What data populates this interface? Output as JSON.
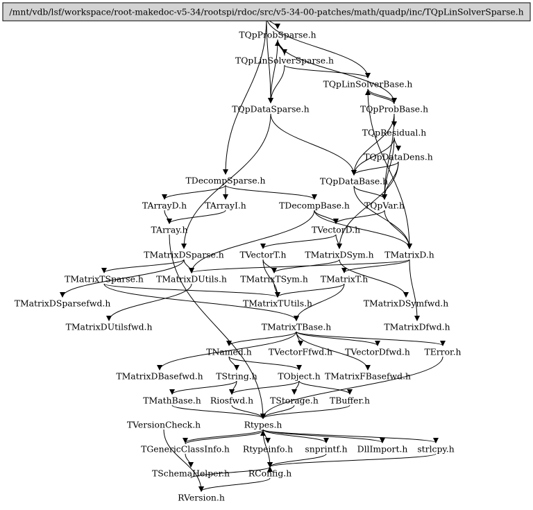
{
  "root": "/mnt/vdb/lsf/workspace/root-makedoc-v5-34/rootspi/rdoc/src/v5-34-00-patches/math/quadp/inc/TQpLinSolverSparse.h",
  "nodes": [
    {
      "id": "TQpProbSparse",
      "label": "TQpProbSparse.h"
    },
    {
      "id": "TQpLinSolverSparse",
      "label": "TQpLinSolverSparse.h"
    },
    {
      "id": "TQpLinSolverBase",
      "label": "TQpLinSolverBase.h"
    },
    {
      "id": "TQpProbBase",
      "label": "TQpProbBase.h"
    },
    {
      "id": "TQpDataSparse",
      "label": "TQpDataSparse.h"
    },
    {
      "id": "TQpResidual",
      "label": "TQpResidual.h"
    },
    {
      "id": "TQpDataDens",
      "label": "TQpDataDens.h"
    },
    {
      "id": "TDecompSparse",
      "label": "TDecompSparse.h"
    },
    {
      "id": "TQpDataBase",
      "label": "TQpDataBase.h"
    },
    {
      "id": "TArrayD",
      "label": "TArrayD.h"
    },
    {
      "id": "TArrayI",
      "label": "TArrayI.h"
    },
    {
      "id": "TDecompBase",
      "label": "TDecompBase.h"
    },
    {
      "id": "TQpVar",
      "label": "TQpVar.h"
    },
    {
      "id": "TArray",
      "label": "TArray.h"
    },
    {
      "id": "TVectorD",
      "label": "TVectorD.h"
    },
    {
      "id": "TMatrixDSparse",
      "label": "TMatrixDSparse.h"
    },
    {
      "id": "TVectorT",
      "label": "TVectorT.h"
    },
    {
      "id": "TMatrixDSym",
      "label": "TMatrixDSym.h"
    },
    {
      "id": "TMatrixD",
      "label": "TMatrixD.h"
    },
    {
      "id": "TMatrixTSparse",
      "label": "TMatrixTSparse.h"
    },
    {
      "id": "TMatrixDUtils",
      "label": "TMatrixDUtils.h"
    },
    {
      "id": "TMatrixTSym",
      "label": "TMatrixTSym.h"
    },
    {
      "id": "TMatrixT",
      "label": "TMatrixT.h"
    },
    {
      "id": "TMatrixDSparsefwd",
      "label": "TMatrixDSparsefwd.h"
    },
    {
      "id": "TMatrixTUtils",
      "label": "TMatrixTUtils.h"
    },
    {
      "id": "TMatrixDSymfwd",
      "label": "TMatrixDSymfwd.h"
    },
    {
      "id": "TMatrixDUtilsfwd",
      "label": "TMatrixDUtilsfwd.h"
    },
    {
      "id": "TMatrixTBase",
      "label": "TMatrixTBase.h"
    },
    {
      "id": "TMatrixDfwd",
      "label": "TMatrixDfwd.h"
    },
    {
      "id": "TNamed",
      "label": "TNamed.h"
    },
    {
      "id": "TVectorFfwd",
      "label": "TVectorFfwd.h"
    },
    {
      "id": "TVectorDfwd",
      "label": "TVectorDfwd.h"
    },
    {
      "id": "TError",
      "label": "TError.h"
    },
    {
      "id": "TMatrixDBasefwd",
      "label": "TMatrixDBasefwd.h"
    },
    {
      "id": "TString",
      "label": "TString.h"
    },
    {
      "id": "TObject",
      "label": "TObject.h"
    },
    {
      "id": "TMatrixFBasefwd",
      "label": "TMatrixFBasefwd.h"
    },
    {
      "id": "TMathBase",
      "label": "TMathBase.h"
    },
    {
      "id": "Riosfwd",
      "label": "Riosfwd.h"
    },
    {
      "id": "TStorage",
      "label": "TStorage.h"
    },
    {
      "id": "TBuffer",
      "label": "TBuffer.h"
    },
    {
      "id": "TVersionCheck",
      "label": "TVersionCheck.h"
    },
    {
      "id": "Rtypes",
      "label": "Rtypes.h"
    },
    {
      "id": "TGenericClassInfo",
      "label": "TGenericClassInfo.h"
    },
    {
      "id": "Rtypeinfo",
      "label": "Rtypeinfo.h"
    },
    {
      "id": "snprintf",
      "label": "snprintf.h"
    },
    {
      "id": "DllImport",
      "label": "DllImport.h"
    },
    {
      "id": "strlcpy",
      "label": "strlcpy.h"
    },
    {
      "id": "TSchemaHelper",
      "label": "TSchemaHelper.h"
    },
    {
      "id": "RConfig",
      "label": "RConfig.h"
    },
    {
      "id": "RVersion",
      "label": "RVersion.h"
    }
  ],
  "edges": [
    [
      "root",
      "TQpProbSparse"
    ],
    [
      "root",
      "TQpLinSolverBase"
    ],
    [
      "root",
      "TQpDataSparse"
    ],
    [
      "root",
      "TDecompSparse"
    ],
    [
      "TQpProbSparse",
      "TQpLinSolverSparse"
    ],
    [
      "TQpLinSolverSparse",
      "TQpProbSparse"
    ],
    [
      "TQpLinSolverSparse",
      "TQpLinSolverBase"
    ],
    [
      "TQpLinSolverSparse",
      "TQpDataSparse"
    ],
    [
      "TQpProbSparse",
      "TQpProbBase"
    ],
    [
      "TQpProbSparse",
      "TQpDataSparse"
    ],
    [
      "TQpLinSolverBase",
      "TQpProbBase"
    ],
    [
      "TQpProbBase",
      "TQpLinSolverBase"
    ],
    [
      "TQpProbBase",
      "TQpResidual"
    ],
    [
      "TQpProbBase",
      "TQpDataBase"
    ],
    [
      "TQpProbBase",
      "TQpVar"
    ],
    [
      "TQpLinSolverBase",
      "TMatrixD"
    ],
    [
      "TQpResidual",
      "TQpDataDens"
    ],
    [
      "TQpResidual",
      "TQpDataBase"
    ],
    [
      "TQpResidual",
      "TQpVar"
    ],
    [
      "TQpDataDens",
      "TQpDataBase"
    ],
    [
      "TQpDataDens",
      "TMatrixDSym"
    ],
    [
      "TQpDataDens",
      "TQpVar"
    ],
    [
      "TQpDataSparse",
      "TQpDataBase"
    ],
    [
      "TQpDataSparse",
      "TMatrixDSparse"
    ],
    [
      "TDecompSparse",
      "TArrayD"
    ],
    [
      "TDecompSparse",
      "TArrayI"
    ],
    [
      "TDecompSparse",
      "TDecompBase"
    ],
    [
      "TArrayD",
      "TArray"
    ],
    [
      "TArrayI",
      "TArray"
    ],
    [
      "TDecompBase",
      "TMatrixD"
    ],
    [
      "TDecompBase",
      "TVectorD"
    ],
    [
      "TDecompBase",
      "TMatrixDUtils"
    ],
    [
      "TQpDataBase",
      "TQpVar"
    ],
    [
      "TQpDataBase",
      "TMatrixD"
    ],
    [
      "TQpVar",
      "TMatrixD"
    ],
    [
      "TQpVar",
      "TVectorD"
    ],
    [
      "TArray",
      "Rtypes"
    ],
    [
      "TVectorD",
      "TVectorT"
    ],
    [
      "TVectorD",
      "TMatrixDSym"
    ],
    [
      "TMatrixDSparse",
      "TMatrixTSparse"
    ],
    [
      "TMatrixDSparse",
      "TMatrixDUtils"
    ],
    [
      "TMatrixDSparse",
      "TMatrixDSparsefwd"
    ],
    [
      "TVectorT",
      "TMatrixTSym"
    ],
    [
      "TVectorT",
      "TMatrixTUtils"
    ],
    [
      "TMatrixDSym",
      "TMatrixTSym"
    ],
    [
      "TMatrixDSym",
      "TMatrixDSymfwd"
    ],
    [
      "TMatrixD",
      "TMatrixT"
    ],
    [
      "TMatrixD",
      "TMatrixDfwd"
    ],
    [
      "TMatrixD",
      "TMatrixDUtils"
    ],
    [
      "TMatrixTSparse",
      "TMatrixTUtils"
    ],
    [
      "TMatrixTSparse",
      "TMatrixTBase"
    ],
    [
      "TMatrixDUtils",
      "TMatrixDUtilsfwd"
    ],
    [
      "TMatrixTSym",
      "TMatrixTUtils"
    ],
    [
      "TMatrixT",
      "TMatrixTBase"
    ],
    [
      "TMatrixT",
      "TMatrixTUtils"
    ],
    [
      "TMatrixTBase",
      "TNamed"
    ],
    [
      "TMatrixTBase",
      "TVectorFfwd"
    ],
    [
      "TMatrixTBase",
      "TVectorDfwd"
    ],
    [
      "TMatrixTBase",
      "TMatrixFBasefwd"
    ],
    [
      "TMatrixTBase",
      "TMatrixDBasefwd"
    ],
    [
      "TMatrixTBase",
      "TError"
    ],
    [
      "TNamed",
      "TString"
    ],
    [
      "TNamed",
      "TObject"
    ],
    [
      "TString",
      "TMathBase"
    ],
    [
      "TString",
      "Riosfwd"
    ],
    [
      "TObject",
      "Riosfwd"
    ],
    [
      "TObject",
      "TStorage"
    ],
    [
      "TObject",
      "TBuffer"
    ],
    [
      "TMathBase",
      "Rtypes"
    ],
    [
      "Riosfwd",
      "Rtypes"
    ],
    [
      "TStorage",
      "Rtypes"
    ],
    [
      "TBuffer",
      "Rtypes"
    ],
    [
      "TError",
      "Rtypes"
    ],
    [
      "Rtypes",
      "TGenericClassInfo"
    ],
    [
      "Rtypes",
      "Rtypeinfo"
    ],
    [
      "Rtypes",
      "snprintf"
    ],
    [
      "Rtypes",
      "DllImport"
    ],
    [
      "Rtypes",
      "strlcpy"
    ],
    [
      "Rtypes",
      "RConfig"
    ],
    [
      "TGenericClassInfo",
      "TSchemaHelper"
    ],
    [
      "TGenericClassInfo",
      "Rtypes"
    ],
    [
      "snprintf",
      "RConfig"
    ],
    [
      "strlcpy",
      "RConfig"
    ],
    [
      "TSchemaHelper",
      "RConfig"
    ],
    [
      "TVersionCheck",
      "RVersion"
    ],
    [
      "RConfig",
      "RVersion"
    ]
  ]
}
